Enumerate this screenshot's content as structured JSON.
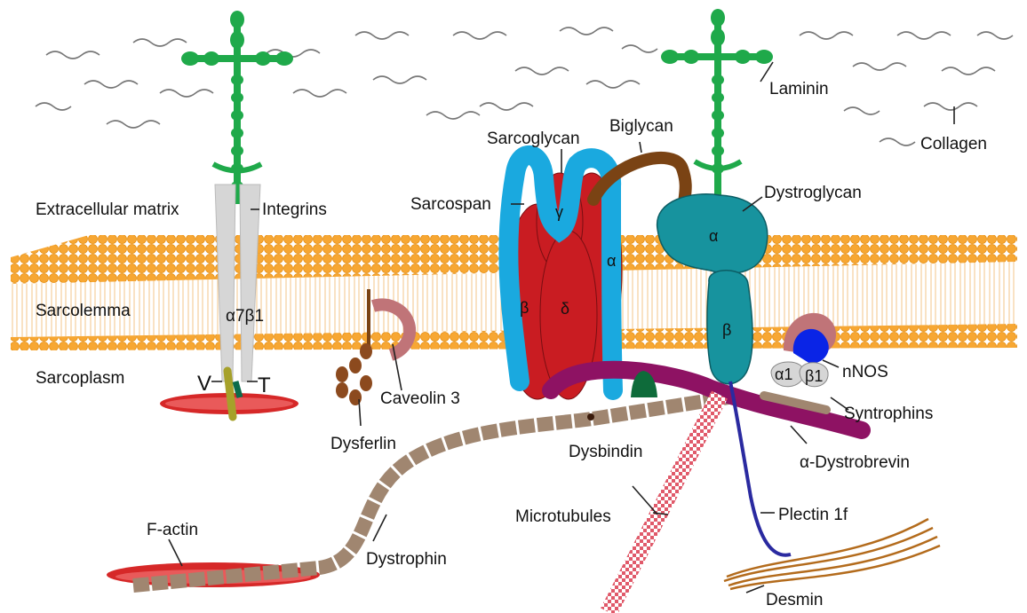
{
  "labels": {
    "extracellular_matrix": "Extracellular matrix",
    "sarcolemma": "Sarcolemma",
    "sarcoplasm": "Sarcoplasm",
    "integrins": "Integrins",
    "integrin_subunit": "α7β1",
    "vinculin": "V",
    "talin": "T",
    "caveolin3": "Caveolin 3",
    "dysferlin": "Dysferlin",
    "f_actin": "F-actin",
    "dystrophin": "Dystrophin",
    "sarcospan": "Sarcospan",
    "sarcoglycan": "Sarcoglycan",
    "sg_beta": "β",
    "sg_delta": "δ",
    "sg_gamma": "γ",
    "sg_alpha": "α",
    "biglycan": "Biglycan",
    "laminin": "Laminin",
    "collagen": "Collagen",
    "dystroglycan": "Dystroglycan",
    "dg_alpha": "α",
    "dg_beta": "β",
    "nnos": "nNOS",
    "syn_a1": "α1",
    "syn_b1": "β1",
    "syntrophins": "Syntrophins",
    "dystrobrevin": "α-Dystrobrevin",
    "dysbindin": "Dysbindin",
    "microtubules": "Microtubules",
    "plectin": "Plectin 1f",
    "desmin": "Desmin"
  },
  "colors": {
    "membrane": "#f7a733",
    "laminin": "#1fa94a",
    "integrin": "#d6d6d6",
    "sarcospan": "#1aa9df",
    "sarcoglycan": "#c91c22",
    "dystroglycan": "#17939e",
    "dystrophin": "#a08670",
    "biglycan": "#7a4314",
    "dystrobrevin": "#8e1263",
    "nnos": "#0a24e6",
    "desmin": "#b36b1c",
    "plectin": "#2a2aa0",
    "actin": "#d62828"
  }
}
